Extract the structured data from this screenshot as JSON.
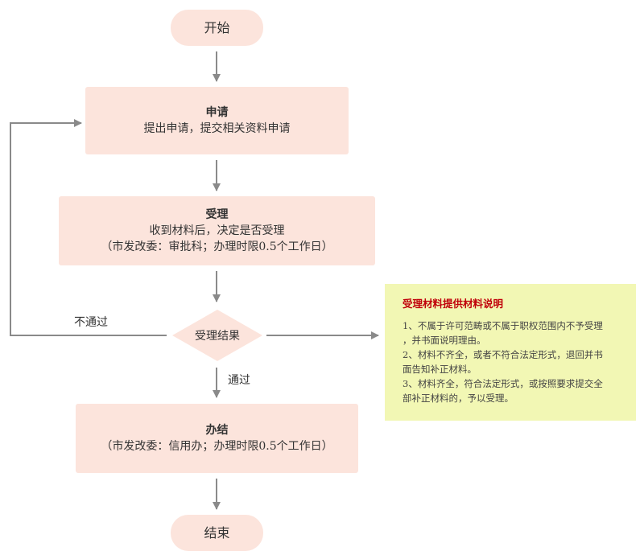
{
  "nodes": {
    "start": {
      "label": "开始"
    },
    "apply": {
      "title": "申请",
      "line1": "提出申请，提交相关资料申请"
    },
    "accept": {
      "title": "受理",
      "line1": "收到材料后，决定是否受理",
      "line2": "（市发改委：审批科；办理时限0.5个工作日）"
    },
    "decision": {
      "label": "受理结果"
    },
    "complete": {
      "title": "办结",
      "line1": "（市发改委：信用办；办理时限0.5个工作日）"
    },
    "end": {
      "label": "结束"
    }
  },
  "edges": {
    "reject_label": "不通过",
    "pass_label": "通过"
  },
  "note": {
    "title": "受理材料提供材料说明",
    "items": [
      "1、不属于许可范畴或不属于职权范围内不予受理\n，并书面说明理由。",
      "2、材料不齐全，或者不符合法定形式，退回并书\n面告知补正材料。",
      "3、材料齐全，符合法定形式，或按照要求提交全\n部补正材料的，予以受理。"
    ]
  },
  "colors": {
    "node_fill": "#fce4dc",
    "arrow": "#8a8a8a",
    "note_fill": "#f2f7b4",
    "note_title": "#c0000a"
  }
}
